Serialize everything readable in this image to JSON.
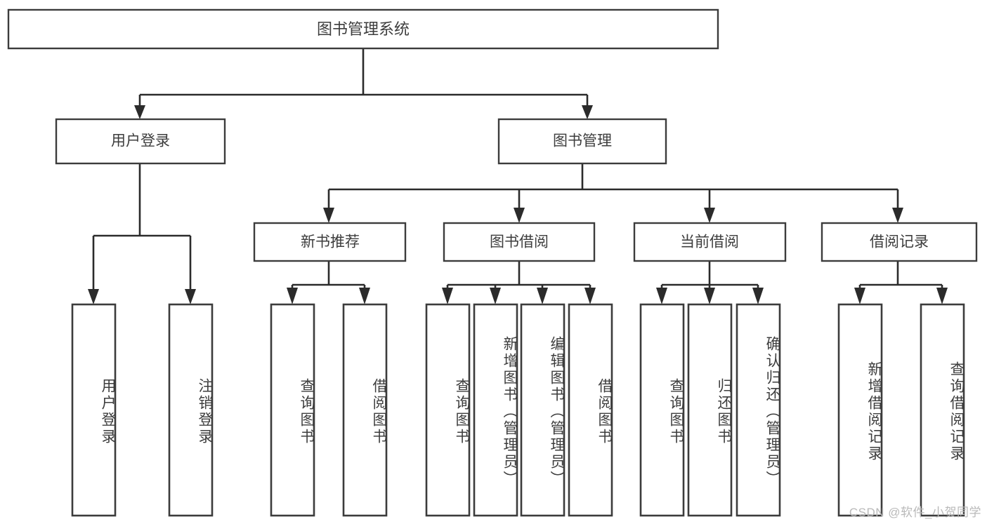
{
  "diagram": {
    "type": "tree-hierarchy",
    "orientation": "top-down",
    "title": "图书管理系统",
    "root": {
      "label": "图书管理系统",
      "level": 0
    },
    "level1": [
      {
        "label": "用户登录"
      },
      {
        "label": "图书管理"
      }
    ],
    "level2_under_book_management": [
      {
        "label": "新书推荐"
      },
      {
        "label": "图书借阅"
      },
      {
        "label": "当前借阅"
      },
      {
        "label": "借阅记录"
      }
    ],
    "leaves": {
      "user_login": [
        {
          "label": "用户登录"
        },
        {
          "label": "注销登录"
        }
      ],
      "new_book_recommend": [
        {
          "label": "查询图书"
        },
        {
          "label": "借阅图书"
        }
      ],
      "book_borrow": [
        {
          "label": "查询图书"
        },
        {
          "label": "新增图书（管理员）"
        },
        {
          "label": "编辑图书（管理员）"
        },
        {
          "label": "借阅图书"
        }
      ],
      "current_borrow": [
        {
          "label": "查询图书"
        },
        {
          "label": "归还图书"
        },
        {
          "label": "确认归还（管理员）"
        }
      ],
      "borrow_record": [
        {
          "label": "新增借阅记录"
        },
        {
          "label": "查询借阅记录"
        }
      ]
    },
    "colors": {
      "box_stroke": "#3c3c3c",
      "connector": "#2b2b2b",
      "text": "#3d3d3d",
      "background": "#ffffff",
      "watermark": "#b9b9b9"
    }
  },
  "watermark": {
    "text": "CSDN @软件_小贺同学"
  }
}
